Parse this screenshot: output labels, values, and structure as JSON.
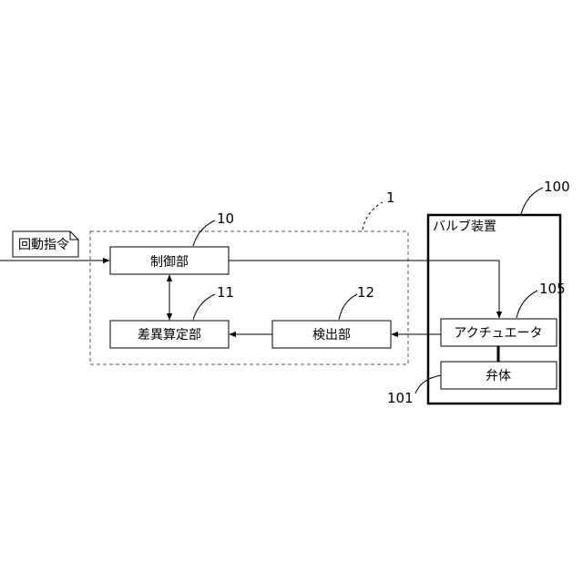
{
  "input_note": "回動指令",
  "system": {
    "ref": "1"
  },
  "blocks": {
    "control": {
      "label": "制御部",
      "ref": "10"
    },
    "difference": {
      "label": "差異算定部",
      "ref": "11"
    },
    "detection": {
      "label": "検出部",
      "ref": "12"
    }
  },
  "valve_device": {
    "title": "バルブ装置",
    "ref": "100",
    "actuator": {
      "label": "アクチュエータ",
      "ref": "105"
    },
    "valve_body": {
      "label": "弁体",
      "ref": "101"
    }
  }
}
